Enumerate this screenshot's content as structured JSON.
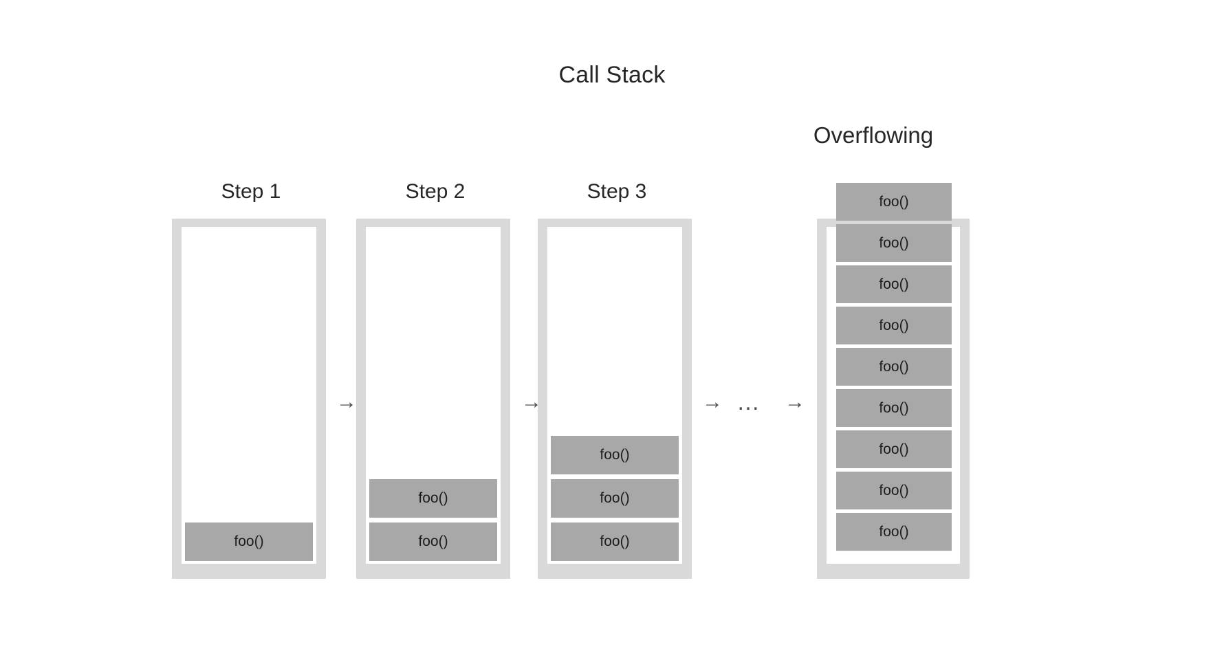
{
  "diagram": {
    "title": "Call Stack",
    "overflow_title": "Overflowing",
    "frame_color": "#d9d9d9",
    "block_color": "#a8a8a8",
    "inner_color": "#ffffff",
    "text_color": "#262626",
    "arrow_color": "#4d4d4d"
  },
  "steps": [
    {
      "label": "Step 1",
      "blocks": [
        {
          "label": "foo()"
        }
      ]
    },
    {
      "label": "Step 2",
      "blocks": [
        {
          "label": "foo()"
        },
        {
          "label": "foo()"
        }
      ]
    },
    {
      "label": "Step 3",
      "blocks": [
        {
          "label": "foo()"
        },
        {
          "label": "foo()"
        },
        {
          "label": "foo()"
        }
      ]
    }
  ],
  "connectors": [
    {
      "glyph": "→",
      "kind": "arrow"
    },
    {
      "glyph": "→",
      "kind": "arrow"
    },
    {
      "glyph": "→",
      "kind": "arrow"
    },
    {
      "glyph": "…",
      "kind": "ellipsis"
    },
    {
      "glyph": "→",
      "kind": "arrow"
    }
  ],
  "overflow": {
    "label": "Overflowing",
    "blocks": [
      {
        "label": "foo()"
      },
      {
        "label": "foo()"
      },
      {
        "label": "foo()"
      },
      {
        "label": "foo()"
      },
      {
        "label": "foo()"
      },
      {
        "label": "foo()"
      },
      {
        "label": "foo()"
      },
      {
        "label": "foo()"
      },
      {
        "label": "foo()"
      }
    ]
  }
}
